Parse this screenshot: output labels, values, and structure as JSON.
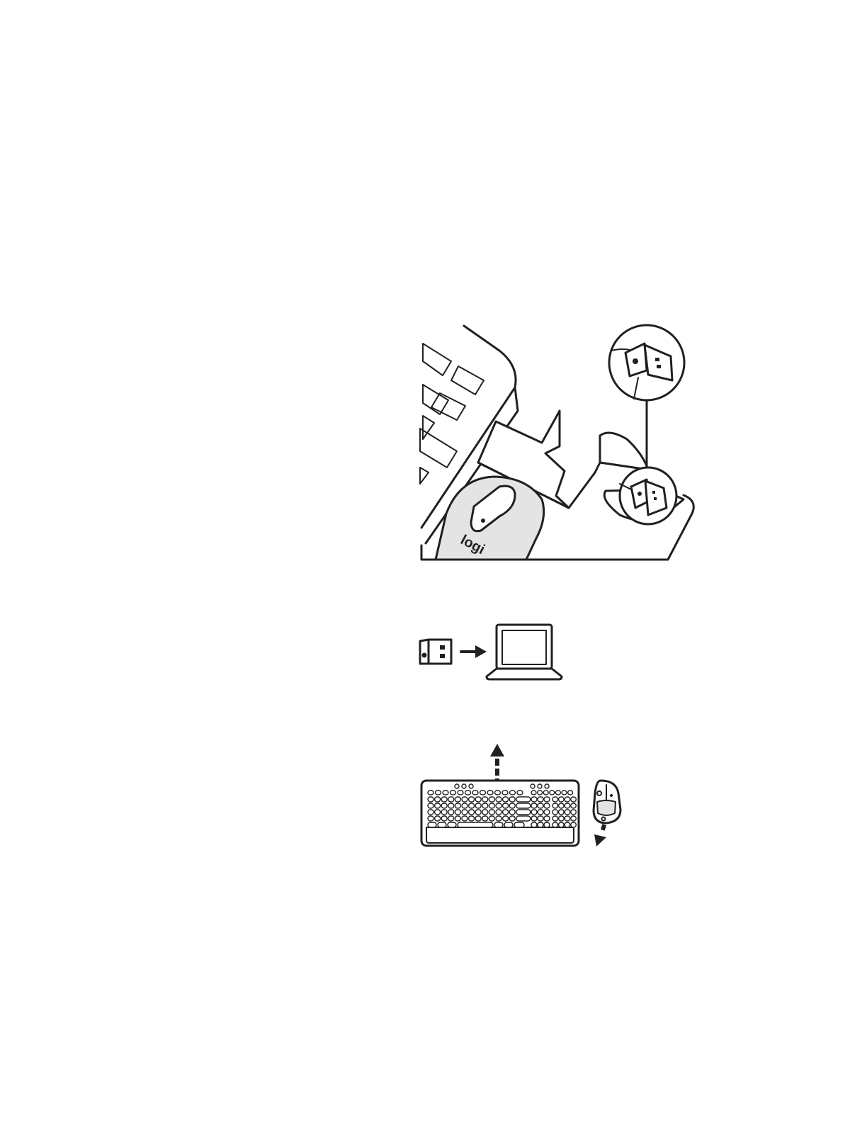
{
  "figure1": {
    "mouse_logo": "logi"
  },
  "colors": {
    "line": "#231f20",
    "mouse_body": "#e4e4e4",
    "background": "#ffffff"
  },
  "icons": [
    "keyboard-corner",
    "mouse",
    "usb-receiver",
    "magnifier-circle",
    "laptop",
    "arrow-right",
    "arrow-up-dashed",
    "arrow-down-dashed"
  ]
}
